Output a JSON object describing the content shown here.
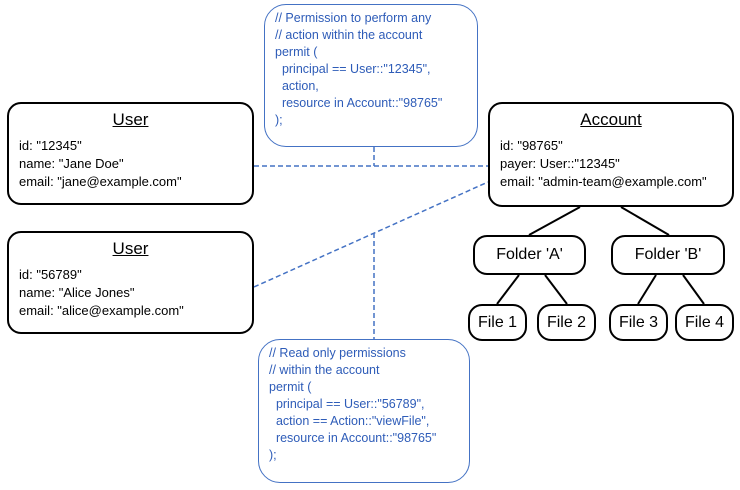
{
  "users": [
    {
      "heading": "User",
      "id": "id: \"12345\"",
      "name": "name: \"Jane Doe\"",
      "email": "email: \"jane@example.com\""
    },
    {
      "heading": "User",
      "id": "id: \"56789\"",
      "name": "name: \"Alice Jones\"",
      "email": "email: \"alice@example.com\""
    }
  ],
  "account": {
    "heading": "Account",
    "id": "id: \"98765\"",
    "payer": "payer: User::\"12345\"",
    "email": "email: \"admin-team@example.com\""
  },
  "folders": [
    {
      "label": "Folder 'A'"
    },
    {
      "label": "Folder 'B'"
    }
  ],
  "files": [
    {
      "label": "File 1"
    },
    {
      "label": "File 2"
    },
    {
      "label": "File 3"
    },
    {
      "label": "File 4"
    }
  ],
  "policies": [
    {
      "lines": [
        "// Permission to perform any",
        "// action within the account",
        "permit (",
        "  principal == User::\"12345\",",
        "  action,",
        "  resource in Account::\"98765\"",
        ");"
      ]
    },
    {
      "lines": [
        "// Read only permissions",
        "// within the account",
        "permit (",
        "  principal == User::\"56789\",",
        "  action == Action::\"viewFile\",",
        "  resource in Account::\"98765\"",
        ");"
      ]
    }
  ],
  "colors": {
    "policy_border": "#4472c4",
    "policy_text": "#2e5cb8",
    "connector_dashed": "#4472c4",
    "tree_line": "#000000"
  }
}
